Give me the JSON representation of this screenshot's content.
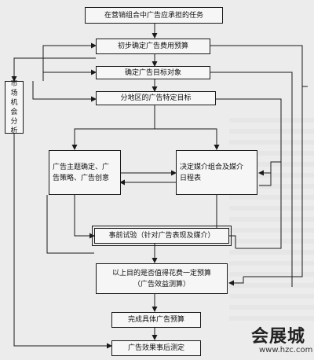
{
  "nodes": {
    "n1": "在营销组合中广告应承担的任务",
    "n2": "初步确定广告费用预算",
    "n3": "确定广告目标对象",
    "n4": "分地区的广告特定目标",
    "n5": "广告主题确定、广\n告策略、广告创意",
    "n6": "决定媒介组合及媒介\n日程表",
    "n7": "事前试验（针对广告表现及媒介）",
    "n8": "以上目的是否值得花费一定预算\n（广告效益测算）",
    "n9": "完成具体广告预算",
    "n10": "广告效果事后测定",
    "side": [
      "市",
      "场",
      "机",
      "会",
      "分",
      "析"
    ]
  },
  "watermark": {
    "cn": "会展城",
    "url": "www.hzc.com"
  }
}
